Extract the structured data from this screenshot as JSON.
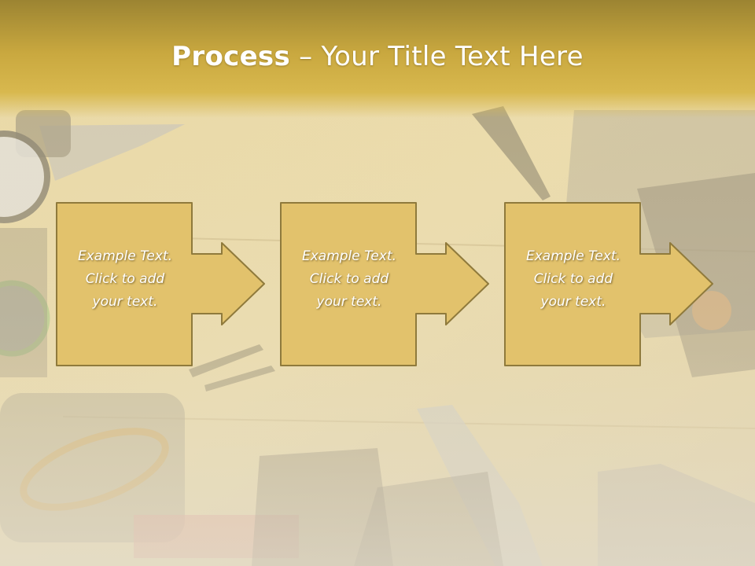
{
  "slide": {
    "title": {
      "bold": "Process",
      "separator": " – ",
      "rest": "Your Title Text Here"
    },
    "steps": [
      {
        "text": "Example Text.\nClick  to add\nyour text."
      },
      {
        "text": "Example Text.\nClick  to add\nyour text."
      },
      {
        "text": "Example Text.\nClick  to add\nyour text."
      }
    ],
    "colors": {
      "title_band": "#c9a83f",
      "box_fill": "#e2c26c",
      "box_stroke": "#8f7a3c",
      "text": "#ffffff"
    }
  }
}
